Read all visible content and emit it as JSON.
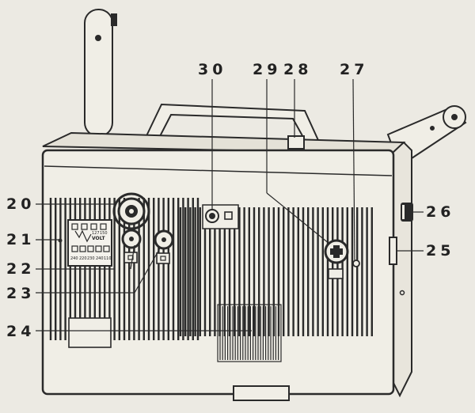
{
  "callouts": {
    "c20": "20",
    "c21": "21",
    "c22": "22",
    "c23": "23",
    "c24": "24",
    "c25": "25",
    "c26": "26",
    "c27": "27",
    "c28": "28",
    "c29": "29",
    "c30": "30"
  },
  "voltage_panel": {
    "label": "VOLT",
    "values": [
      "240",
      "220",
      "230",
      "240",
      "110",
      "127",
      "150"
    ]
  },
  "colors": {
    "background": "#eceae3",
    "body_fill": "#f0eee6",
    "line": "#2a2a2a"
  }
}
